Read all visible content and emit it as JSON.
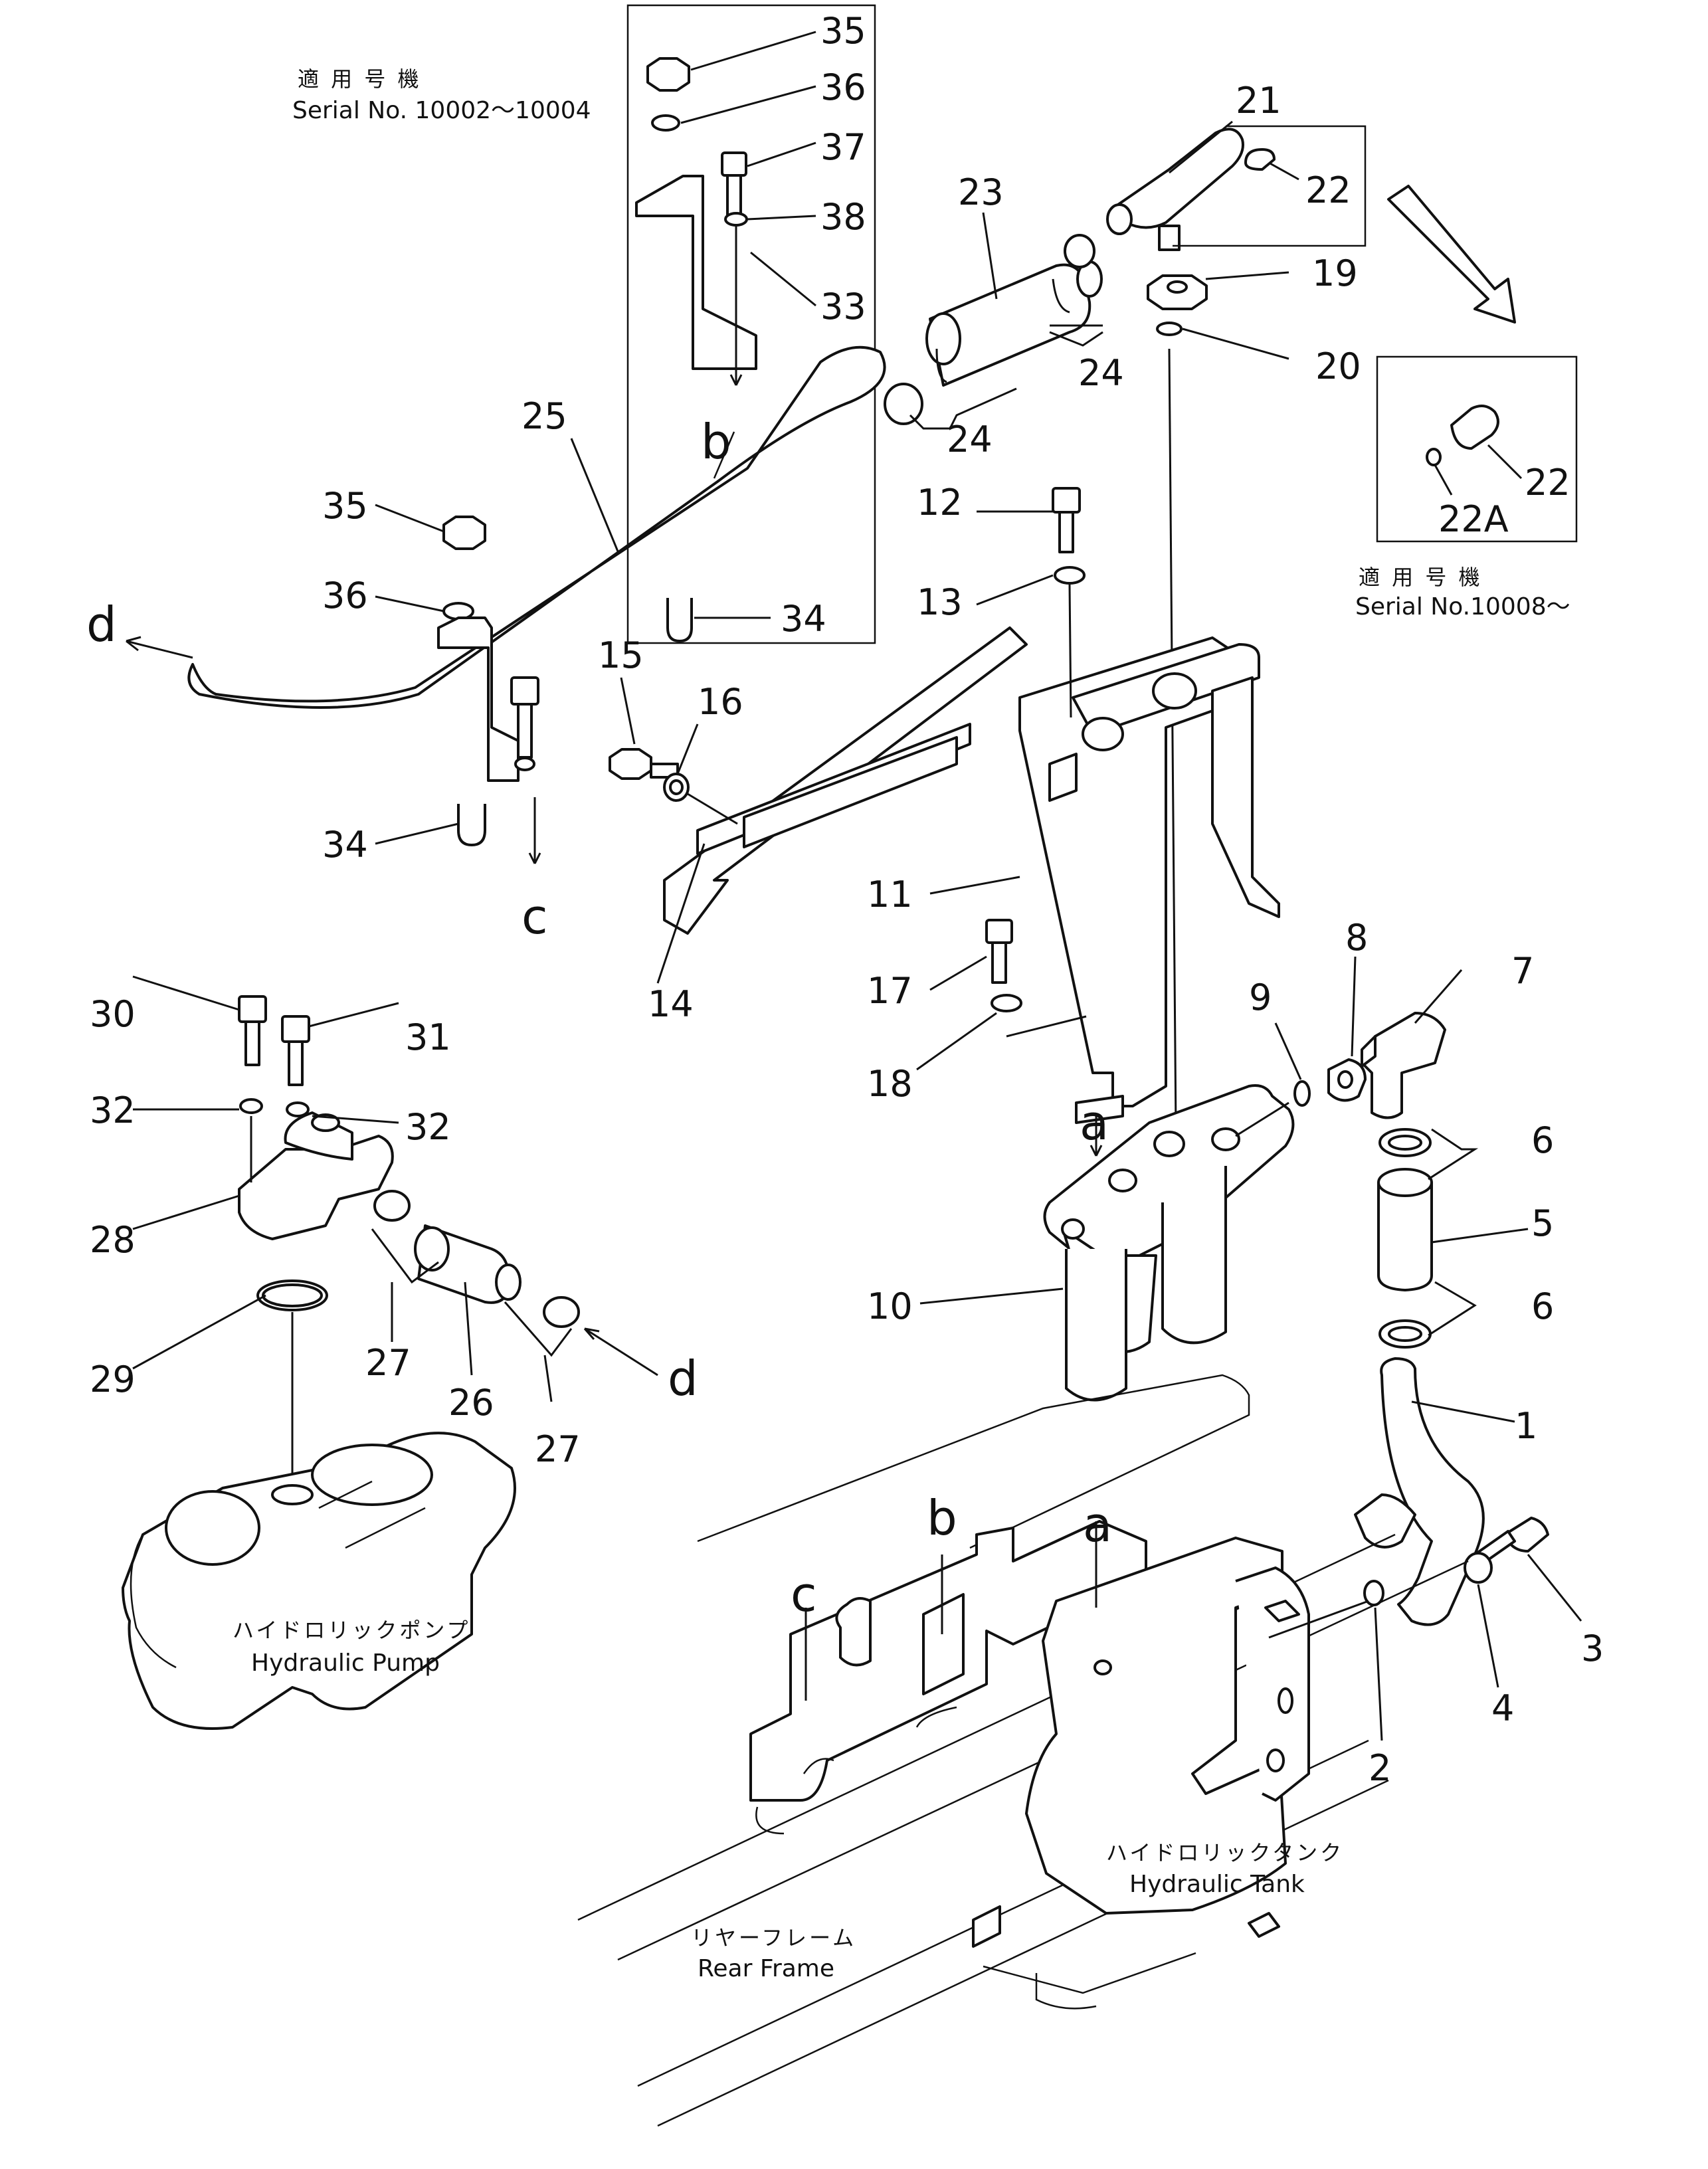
{
  "notes": {
    "serial_top": {
      "jp": "適 用 号 機",
      "en": "Serial No. 10002～10004"
    },
    "serial_right": {
      "jp": "適 用 号 機",
      "en": "Serial No.10008～"
    }
  },
  "labels": {
    "hydraulic_pump": {
      "jp": "ハイドロリックポンプ",
      "en": "Hydraulic Pump"
    },
    "hydraulic_tank": {
      "jp": "ハイドロリックタンク",
      "en": "Hydraulic Tank"
    },
    "rear_frame": {
      "jp": "リヤーフレーム",
      "en": "Rear Frame"
    }
  },
  "part_numbers": {
    "p1": "1",
    "p2": "2",
    "p3": "3",
    "p4": "4",
    "p5": "5",
    "p6a": "6",
    "p6b": "6",
    "p7": "7",
    "p8": "8",
    "p9": "9",
    "p10": "10",
    "p11": "11",
    "p12": "12",
    "p13": "13",
    "p14": "14",
    "p15": "15",
    "p16": "16",
    "p17": "17",
    "p18": "18",
    "p19": "19",
    "p20": "20",
    "p21": "21",
    "p22a": "22",
    "p22b": "22",
    "p22A": "22A",
    "p23": "23",
    "p24a": "24",
    "p24b": "24",
    "p25": "25",
    "p26": "26",
    "p27a": "27",
    "p27b": "27",
    "p28": "28",
    "p29": "29",
    "p30": "30",
    "p31": "31",
    "p32a": "32",
    "p32b": "32",
    "p33": "33",
    "p34a": "34",
    "p34b": "34",
    "p35a": "35",
    "p35b": "35",
    "p36a": "36",
    "p36b": "36",
    "p37": "37",
    "p38": "38"
  },
  "refs": {
    "a_top": "a",
    "a_bottom": "a",
    "b_top": "b",
    "b_bottom": "b",
    "c_top": "c",
    "c_bottom": "c",
    "d_left": "d",
    "d_right": "d"
  }
}
